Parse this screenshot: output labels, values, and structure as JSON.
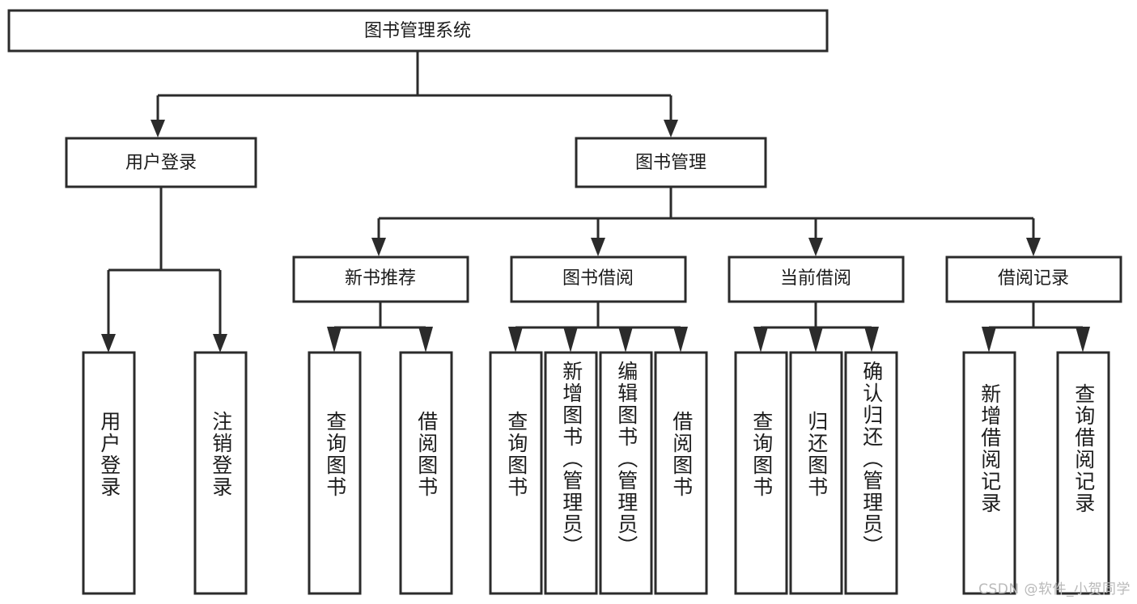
{
  "diagram": {
    "title": "图书管理系统",
    "type": "tree",
    "orientation": "top-down",
    "colors": {
      "background": "#ffffff",
      "box_fill": "#ffffff",
      "box_stroke": "#2b2b2b",
      "text": "#1c1c1c",
      "watermark": "#b9b9b9"
    },
    "root": {
      "label": "图书管理系统"
    },
    "level2": [
      {
        "label": "用户登录"
      },
      {
        "label": "图书管理"
      }
    ],
    "level3": [
      {
        "label": "新书推荐"
      },
      {
        "label": "图书借阅"
      },
      {
        "label": "当前借阅"
      },
      {
        "label": "借阅记录"
      }
    ],
    "leaves": {
      "user_login": [
        {
          "label": "用户登录"
        },
        {
          "label": "注销登录"
        }
      ],
      "new_book_recommend": [
        {
          "label": "查询图书"
        },
        {
          "label": "借阅图书"
        }
      ],
      "book_borrow": [
        {
          "label": "查询图书"
        },
        {
          "label": "新增图书（管理员）"
        },
        {
          "label": "编辑图书（管理员）"
        },
        {
          "label": "借阅图书"
        }
      ],
      "current_borrow": [
        {
          "label": "查询图书"
        },
        {
          "label": "归还图书"
        },
        {
          "label": "确认归还（管理员）"
        }
      ],
      "borrow_record": [
        {
          "label": "新增借阅记录"
        },
        {
          "label": "查询借阅记录"
        }
      ]
    }
  },
  "watermark": {
    "text": "CSDN @软件_小贺同学"
  }
}
